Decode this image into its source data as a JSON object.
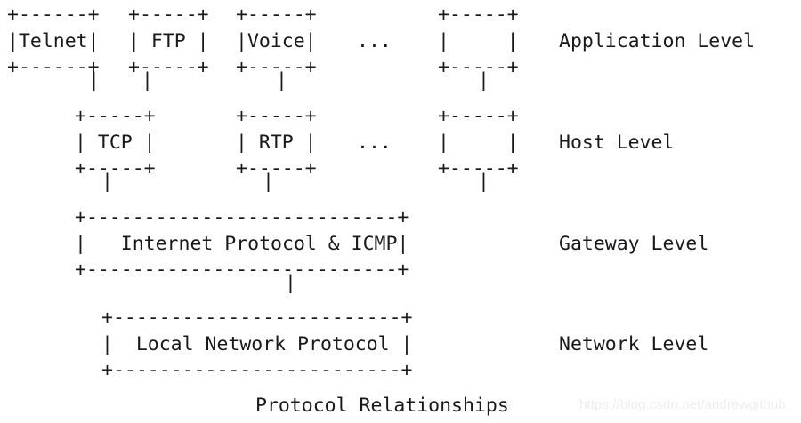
{
  "diagram": {
    "title": "Protocol Relationships",
    "caption": "Protocol Relationships",
    "watermark": "https://blog.csdn.net/andrewgithub",
    "style": {
      "background": "#ffffff",
      "text_color": "#19191c",
      "watermark_color": "#eeeeee"
    },
    "ascii": "+------+ +-----+ +-----+     +-----+   Application Level\n|Telnet| | FTP | |Voice|  ... |     |\n+------+ +-----+ +-----+     +-----+\n   |        |       |           |\n  +-----+ +-----+ +-----+   +-----+   Host Level\n  | TCP | | RTP | ... |     |\n  +-----+ +-----+     +-----+\n     |       |           |\n+---------------------------+         Gateway Level\n|   Internet Protocol & ICMP|\n+---------------------------+\n              |\n  +-------------------------+           Network Level\n  |  Local Network Protocol |\n  +-------------------------+",
    "levels": [
      {
        "name": "application",
        "label": "Application Level",
        "boxes": [
          {
            "label": "Telnet",
            "width_chars": 8
          },
          {
            "label": "FTP",
            "width_chars": 7
          },
          {
            "label": "Voice",
            "width_chars": 7
          },
          {
            "label": "",
            "width_chars": 7
          }
        ],
        "ellipsis": "..."
      },
      {
        "name": "host",
        "label": "Host Level",
        "boxes": [
          {
            "label": "TCP",
            "width_chars": 7
          },
          {
            "label": "RTP",
            "width_chars": 7
          },
          {
            "label": "",
            "width_chars": 7
          }
        ],
        "ellipsis": "..."
      },
      {
        "name": "gateway",
        "label": "Gateway Level",
        "boxes": [
          {
            "label": "Internet Protocol & ICMP",
            "width_chars": 34
          }
        ],
        "ellipsis": ""
      },
      {
        "name": "network",
        "label": "Network Level",
        "boxes": [
          {
            "label": "Local Network Protocol",
            "width_chars": 30
          }
        ],
        "ellipsis": ""
      }
    ],
    "rows": {
      "app_top": "+------+ +-----+ +-----+     +-----+",
      "app_mid": "|Telnet| | FTP | |Voice|  ... |     |",
      "app_bottom": "+------+ +-----+ +-----+     +-----+",
      "app_conn": "      |  |        |           |",
      "host_top": "     +-----+   +-----+     +-----+",
      "host_mid": "     | TCP |   | RTP | ... |     |",
      "host_bottom": "     +-----+   +-----+     +-----+",
      "host_conn": "        |         |           |",
      "gw_top": "     +-------------------------+",
      "gw_mid": "     |  Internet Protocol & ICMP  |",
      "gw_bottom": "     +-------------------------+",
      "gw_conn": "                  |",
      "net_top": "        +---------------------+",
      "net_mid": "        |  Local Network Protocol  |",
      "net_bottom": "        +---------------------+"
    },
    "labels": {
      "application": "Application Level",
      "host": "Host Level",
      "gateway": "Gateway Level",
      "network": "Network Level"
    }
  }
}
